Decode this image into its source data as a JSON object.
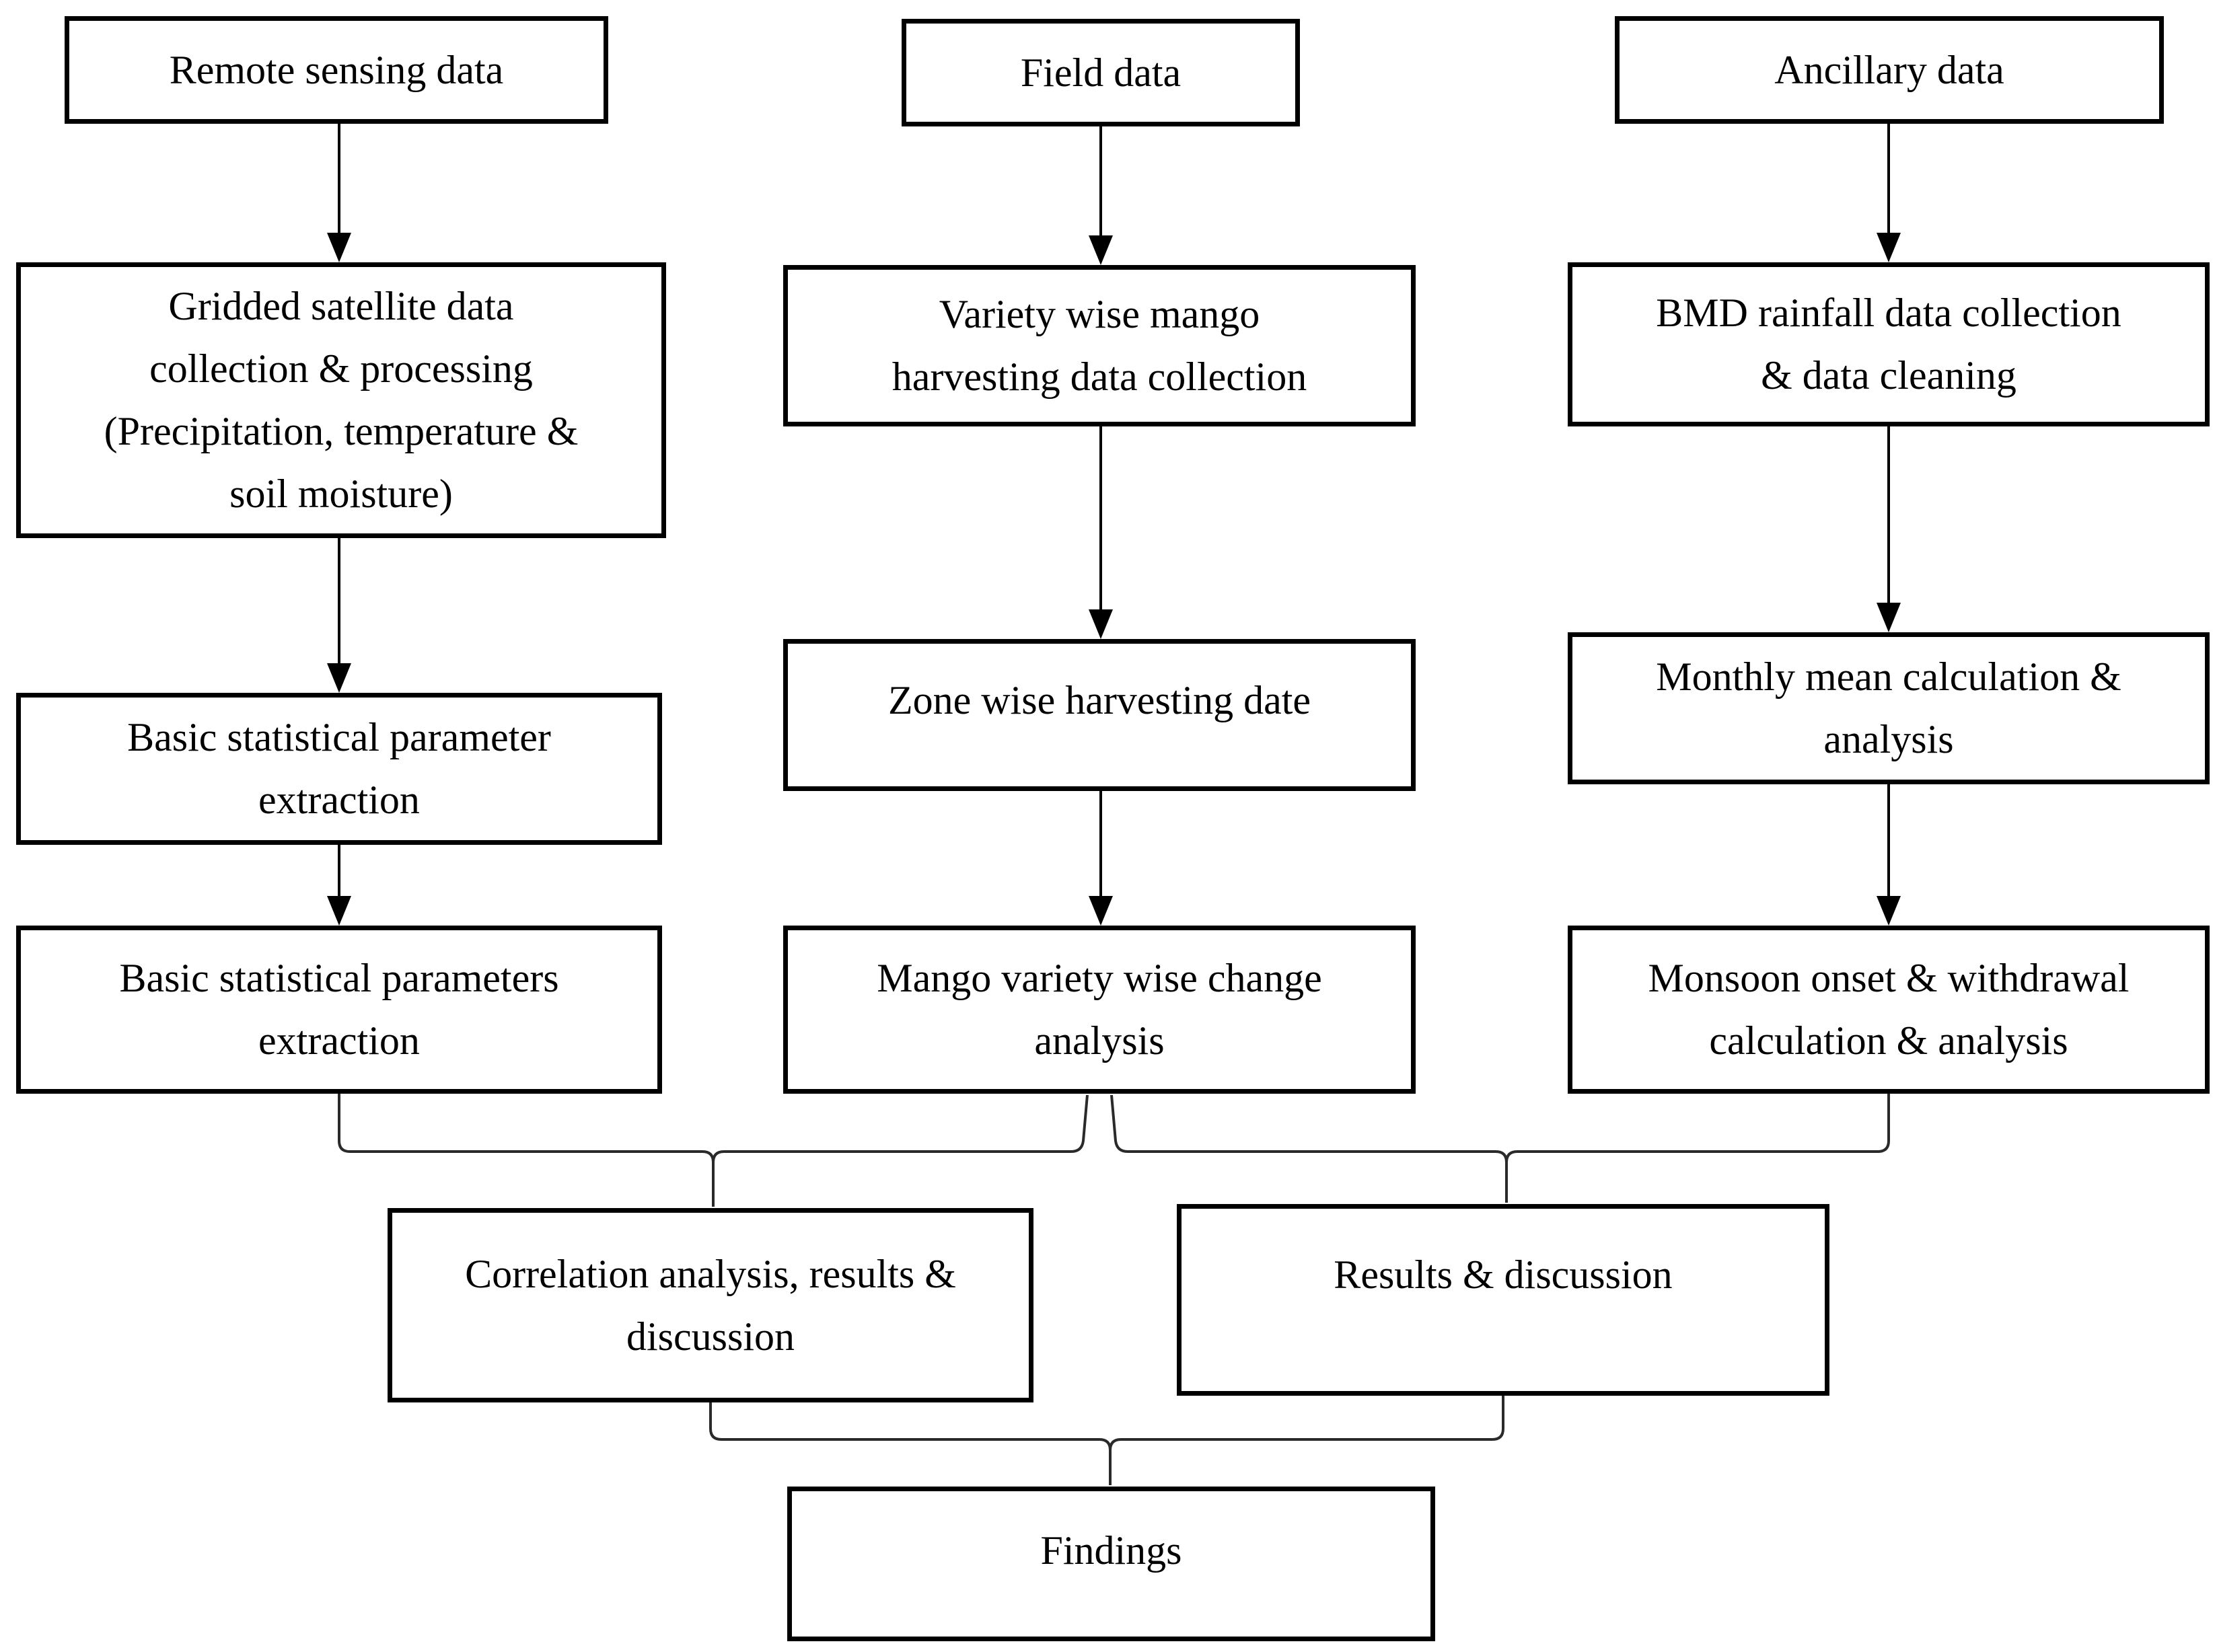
{
  "page": {
    "background_color": "#ffffff",
    "box_background": "#ffffff",
    "box_border_color": "#000000",
    "line_color": "#000000"
  },
  "flowchart": {
    "columns": [
      {
        "name": "remote-sensing-column",
        "nodes": [
          {
            "id": "remote_sensing_data",
            "label": "Remote sensing data"
          },
          {
            "id": "gridded_satellite",
            "label": "Gridded satellite data\ncollection & processing\n(Precipitation, temperature &\nsoil moisture)"
          },
          {
            "id": "basic_statistical_parameter",
            "label": "Basic statistical parameter\nextraction"
          },
          {
            "id": "basic_statistical_parameters",
            "label": "Basic statistical parameters\nextraction"
          }
        ]
      },
      {
        "name": "field-data-column",
        "nodes": [
          {
            "id": "field_data",
            "label": "Field data"
          },
          {
            "id": "variety_wise_mango",
            "label": "Variety wise mango\nharvesting data collection"
          },
          {
            "id": "zone_wise_harvesting",
            "label": "Zone wise harvesting date"
          },
          {
            "id": "mango_variety_change",
            "label": "Mango variety wise change\nanalysis"
          }
        ]
      },
      {
        "name": "ancillary-data-column",
        "nodes": [
          {
            "id": "ancillary_data",
            "label": "Ancillary data"
          },
          {
            "id": "bmd_rainfall",
            "label": "BMD rainfall data collection\n& data cleaning"
          },
          {
            "id": "monthly_mean",
            "label": "Monthly mean calculation &\nanalysis"
          },
          {
            "id": "monsoon_onset",
            "label": "Monsoon onset & withdrawal\ncalculation & analysis"
          }
        ]
      }
    ],
    "merge_nodes": [
      {
        "id": "correlation_analysis",
        "label": "Correlation analysis, results &\ndiscussion"
      },
      {
        "id": "results_discussion",
        "label": "Results & discussion"
      }
    ],
    "final_node": {
      "id": "findings",
      "label": "Findings"
    }
  }
}
